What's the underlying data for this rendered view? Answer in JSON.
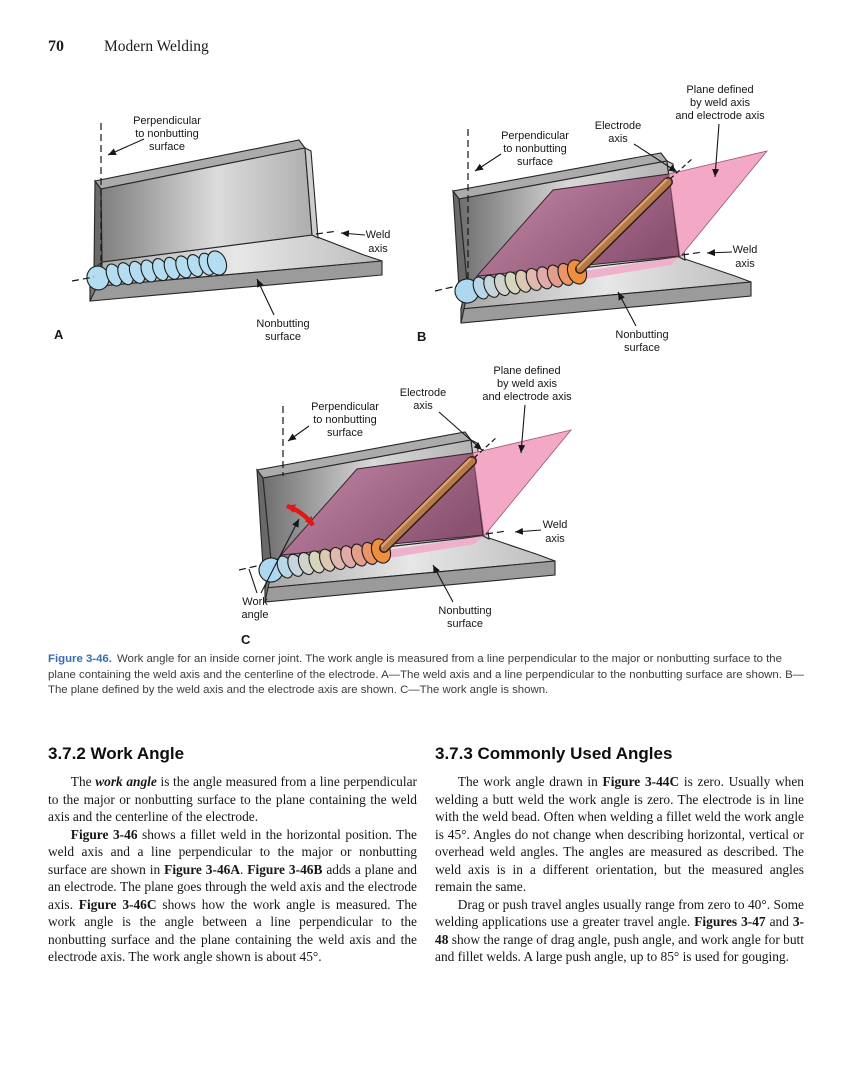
{
  "page": {
    "number": "70",
    "book_title": "Modern Welding"
  },
  "figure": {
    "caption_label": "Figure 3-46.",
    "caption_text": "Work angle for an inside corner joint. The work angle is measured from a line perpendicular to the major or nonbutting surface to the plane containing the weld axis and the centerline of the electrode. A—The weld axis and a line perpendicular to the nonbutting surface are shown. B—The plane defined by the weld axis and the electrode axis are shown. C—The work angle is shown.",
    "letters": {
      "a": "A",
      "b": "B",
      "c": "C"
    },
    "labels": {
      "perpendicular": [
        "Perpendicular",
        "to nonbutting",
        "surface"
      ],
      "weld_axis": [
        "Weld",
        "axis"
      ],
      "nonbutting_surface": [
        "Nonbutting",
        "surface"
      ],
      "electrode_axis": [
        "Electrode",
        "axis"
      ],
      "plane": [
        "Plane defined",
        "by weld axis",
        "and electrode axis"
      ],
      "work_angle": [
        "Work",
        "angle"
      ]
    },
    "colors": {
      "caption_label_blue": "#3a6db5",
      "plane_pink": "#f3a9c6",
      "plane_mauve": "#9d5f7d",
      "weld_bead_blue": "#b5ddf1",
      "electrode_brown": "#b5784a",
      "work_angle_arrow_red": "#e01818",
      "steel_gray": "#c0c0c0",
      "bead_gradient": [
        "#aed8ef",
        "#b7d7e8",
        "#c6d4dc",
        "#cfd3cb",
        "#d8d5bd",
        "#dcc9b4",
        "#dfb9ad",
        "#e0aaa8",
        "#e59d8b",
        "#eb9465",
        "#ef8f3e"
      ]
    }
  },
  "sections": {
    "left": {
      "heading": "3.7.2 Work Angle",
      "p1": [
        "The ",
        "work angle",
        " is the angle measured from a line perpendicular to the major or nonbutting surface to the plane containing the weld axis and the centerline of the electrode."
      ],
      "p2": [
        "Figure 3-46",
        " shows a fillet weld in the horizontal position. The weld axis and a line perpendicular to the major or nonbutting surface are shown in ",
        "Figure 3-46A",
        ". ",
        "Figure 3-46B",
        " adds a plane and an electrode. The plane goes through the weld axis and the electrode axis. ",
        "Figure 3-46C",
        " shows how the work angle is measured. The work angle is the angle between a line perpendicular to the nonbutting surface and the plane containing the weld axis and the electrode axis. The work angle shown is about 45°."
      ]
    },
    "right": {
      "heading": "3.7.3 Commonly Used Angles",
      "p1": [
        "The work angle drawn in ",
        "Figure 3-44C",
        " is zero. Usually when welding a butt weld the work angle is zero. The electrode is in line with the weld bead. Often when welding a fillet weld the work angle is 45°. Angles do not change when describing horizontal, vertical or overhead weld angles. The angles are measured as described. The weld axis is in a different orientation, but the measured angles remain the same."
      ],
      "p2": [
        "Drag or push travel angles usually range from zero to 40°. Some welding applications use a greater travel angle. ",
        "Figures 3-47",
        " and ",
        "3-48",
        " show the range of drag angle, push angle, and work angle for butt and fillet welds. A large push angle, up to 85° is used for gouging."
      ]
    }
  }
}
